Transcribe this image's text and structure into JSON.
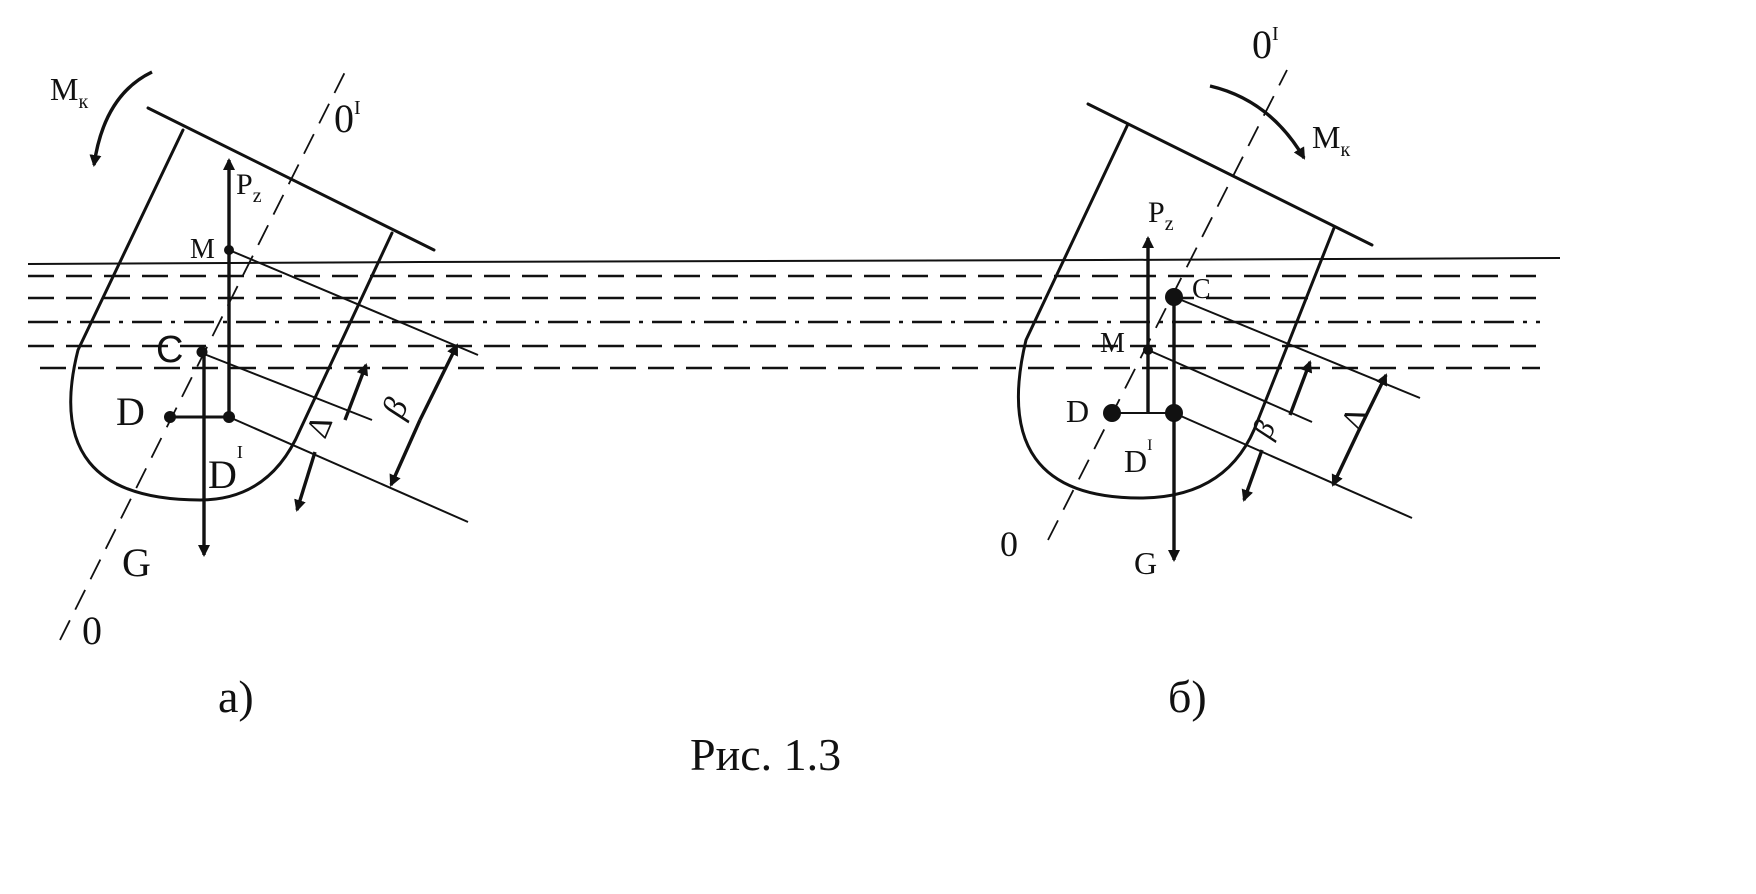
{
  "caption": "Рис. 1.3",
  "panels": {
    "a": {
      "label": "а)",
      "points": {
        "M": "M",
        "C": "C",
        "D": "D",
        "D1": "D",
        "D1_sup": "I"
      },
      "forces": {
        "Pz": "P",
        "Pz_sub": "z",
        "G": "G"
      },
      "moment": {
        "M": "M",
        "sub": "к"
      },
      "axis": {
        "start": "0",
        "end": "0",
        "end_sup": "I"
      },
      "dims": {
        "delta": "Δ",
        "beta": "β"
      }
    },
    "b": {
      "label": "б)",
      "points": {
        "M": "M",
        "C": "C",
        "D": "D",
        "D1": "D",
        "D1_sup": "I"
      },
      "forces": {
        "Pz": "P",
        "Pz_sub": "z",
        "G": "G"
      },
      "moment": {
        "M": "M",
        "sub": "к"
      },
      "axis": {
        "start": "0",
        "end": "0",
        "end_sup": "I"
      },
      "dims": {
        "delta": "Δ",
        "beta": "β"
      }
    }
  }
}
